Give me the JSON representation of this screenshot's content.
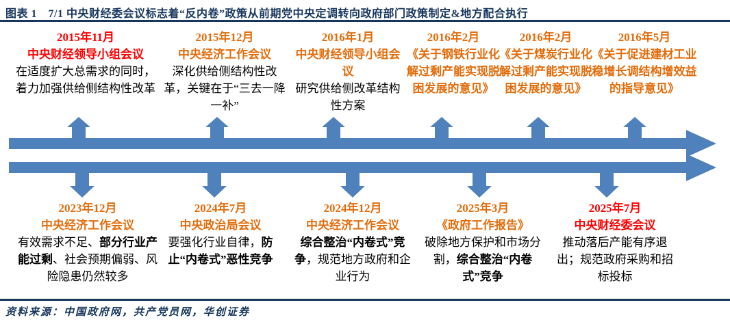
{
  "colors": {
    "title_navy": "#17365D",
    "accent_orange": "#E36C0A",
    "accent_red": "#FF0000",
    "timeline_blue": "#4F81BD",
    "body_black": "#000000"
  },
  "header": {
    "title": "图表 1　7/1 中央财经委会议标志着“反内卷”政策从前期党中央定调转向政府部门政策制定&地方配合执行"
  },
  "footer": {
    "source": "资料来源：中国政府网，共产党员网，华创证券"
  },
  "events_top": [
    {
      "accent": "red",
      "date": "2015年11月",
      "title": "中央财经领导小组会议",
      "body_pre": "在适度扩大总需求的同时，着力加强供给侧结构性改革",
      "body_bold": "",
      "body_post": ""
    },
    {
      "accent": "orange",
      "date": "2015年12月",
      "title": "中央经济工作会议",
      "body_pre": "深化供给侧结构性改革，关键在于“三去一降一补”",
      "body_bold": "",
      "body_post": ""
    },
    {
      "accent": "orange",
      "date": "2016年1月",
      "title": "中央财经领导小组会议",
      "body_pre": "研究供给侧改革结构性方案",
      "body_bold": "",
      "body_post": ""
    },
    {
      "accent": "orange",
      "date": "2016年2月",
      "title": "《关于钢铁行业化解过剩产能实现脱困发展的意见》",
      "body_pre": "",
      "body_bold": "",
      "body_post": ""
    },
    {
      "accent": "orange",
      "date": "2016年2月",
      "title": "《关于煤炭行业化解过剩产能实现脱困发展的意见》",
      "body_pre": "",
      "body_bold": "",
      "body_post": ""
    },
    {
      "accent": "orange",
      "date": "2016年5月",
      "title": "《关于促进建材工业稳增长调结构增效益的指导意见》",
      "body_pre": "",
      "body_bold": "",
      "body_post": ""
    }
  ],
  "events_bottom": [
    {
      "accent": "orange",
      "date": "2023年12月",
      "title": "中央经济工作会议",
      "body_pre": "有效需求不足、",
      "body_bold": "部分行业产能过剩",
      "body_post": "、社会预期偏弱、风险隐患仍然较多"
    },
    {
      "accent": "orange",
      "date": "2024年7月",
      "title": "中央政治局会议",
      "body_pre": "要强化行业自律，",
      "body_bold": "防止“内卷式”恶性竞争",
      "body_post": ""
    },
    {
      "accent": "orange",
      "date": "2024年12月",
      "title": "中央经济工作会议",
      "body_pre": "",
      "body_bold": "综合整治“内卷式”竞争",
      "body_post": "，规范地方政府和企业行为"
    },
    {
      "accent": "orange",
      "date": "2025年3月",
      "title": "《政府工作报告》",
      "body_pre": "破除地方保护和市场分割，",
      "body_bold": "综合整治“内卷式”竞争",
      "body_post": ""
    },
    {
      "accent": "red",
      "date": "2025年7月",
      "title": "中央财经委会议",
      "body_pre": "推动落后产能有序退出；规范政府采购和招标投标",
      "body_bold": "",
      "body_post": ""
    }
  ]
}
